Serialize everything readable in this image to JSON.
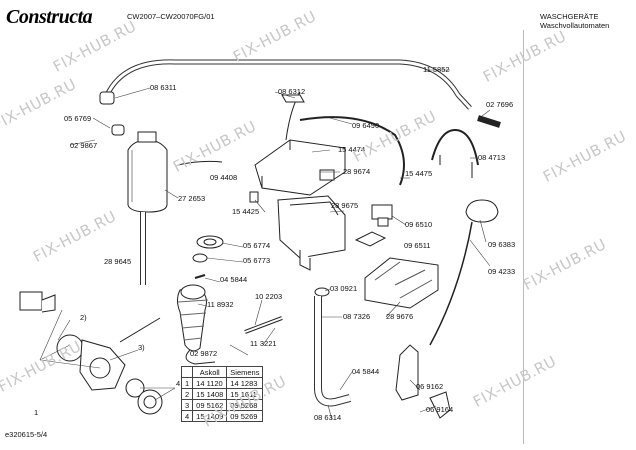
{
  "header": {
    "brand": "Constructa",
    "model": "CW2007–CW20070FG/01",
    "category_line1": "WASCHGERÄTE",
    "category_line2": "Waschvollautomaten"
  },
  "part_labels": [
    "08 6311",
    "05 6769",
    "02 9867",
    "27 2653",
    "09 4408",
    "28 9645",
    "08 6312",
    "15 4474",
    "28 9674",
    "09 6490",
    "11 5852",
    "02 7696",
    "08 4713",
    "15 4425",
    "28 9675",
    "15 4475",
    "09 6510",
    "05 6774",
    "05 6773",
    "09 6511",
    "09 6383",
    "04 5844",
    "09 4233",
    "03 0921",
    "11 8932",
    "10 2203",
    "08 7326",
    "28 9676",
    "02 9872",
    "11 3221",
    "04 5844",
    "06 9162",
    "08 6314",
    "06 9164"
  ],
  "callouts": [
    "1",
    "2)",
    "3)",
    "4"
  ],
  "parts_table": {
    "headers": [
      "",
      "Askoll",
      "Siemens"
    ],
    "rows": [
      [
        "1",
        "14 1120",
        "14 1283"
      ],
      [
        "2",
        "15 1408",
        "15 1611"
      ],
      [
        "3",
        "09 5162",
        "09 5268"
      ],
      [
        "4",
        "15 1409",
        "09 5269"
      ]
    ]
  },
  "figure_id": "e320615-5/4",
  "watermark": "FIX-HUB.RU"
}
